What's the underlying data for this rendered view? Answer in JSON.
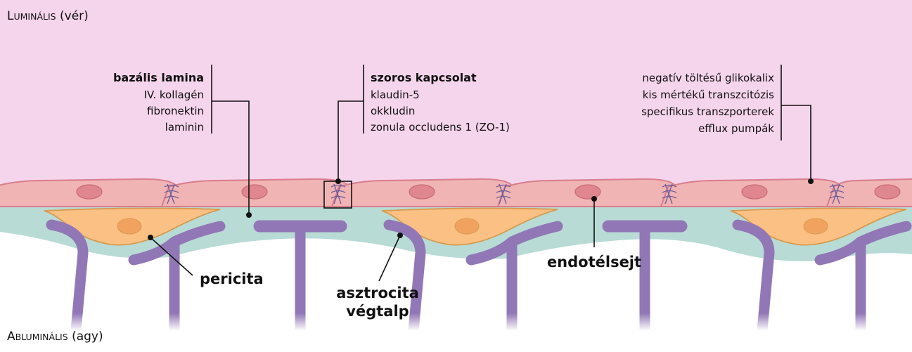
{
  "regions": {
    "luminal": {
      "initial": "L",
      "rest": "UMINÁLIS",
      "suffix": " (vér)"
    },
    "abluminal": {
      "initial": "A",
      "rest": "BLUMINÁLIS",
      "suffix": " (agy)"
    }
  },
  "labels": {
    "basal_lamina": {
      "title": "bazális lamina",
      "items": [
        "IV. kollagén",
        "fibronektin",
        "laminin"
      ]
    },
    "tight_junction": {
      "title": "szoros kapcsolat",
      "items": [
        "klaudin-5",
        "okkludin",
        "zonula occludens 1 (ZO-1)"
      ]
    },
    "endothelial_properties": {
      "items": [
        "negatív töltésű glikokalix",
        "kis mértékű transzcitózis",
        "specifikus transzporterek",
        "efflux pumpák"
      ]
    },
    "pericyte": "pericita",
    "astrocyte": [
      "asztrocita",
      "végtalp"
    ],
    "endothelial_cell": "endotélsejt"
  },
  "colors": {
    "lumen": "#f5d5ec",
    "endothelium": "#f0b4b4",
    "endothelium_border": "#d97c8c",
    "nucleus": "#e0868f",
    "basal_lamina": "#b8dbd5",
    "pericyte": "#fbc083",
    "pericyte_border": "#d79a4e",
    "astrocyte": "#9277b6",
    "junction": "#6b5b9a"
  }
}
